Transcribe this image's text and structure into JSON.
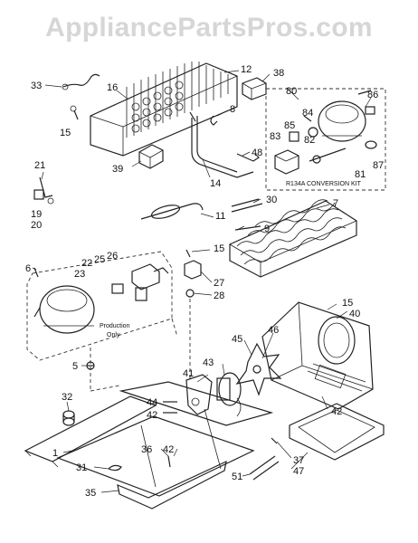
{
  "watermark": "AppliancePartsPros.com",
  "header_fragment": "- - - - - - - - - - - - - - -",
  "conversion_kit_label": "R134A CONVERSION KIT",
  "production_note_line1": "Production",
  "production_note_line2": "Only",
  "callouts": {
    "c1": "1",
    "c5": "5",
    "c6": "6",
    "c7": "7",
    "c8": "8",
    "c9": "9",
    "c11": "11",
    "c12": "12",
    "c14": "14",
    "c15a": "15",
    "c15b": "15",
    "c15c": "15",
    "c16": "16",
    "c19": "19",
    "c20": "20",
    "c21": "21",
    "c22": "22",
    "c23": "23",
    "c25": "25",
    "c26": "26",
    "c27": "27",
    "c28": "28",
    "c30": "30",
    "c31": "31",
    "c32": "32",
    "c33": "33",
    "c35": "35",
    "c36": "36",
    "c37": "37",
    "c38": "38",
    "c39": "39",
    "c40": "40",
    "c41": "41",
    "c42a": "42",
    "c42b": "42",
    "c42c": "42",
    "c43": "43",
    "c44": "44",
    "c45": "45",
    "c46": "46",
    "c47": "47",
    "c48": "48",
    "c51": "51",
    "c80": "80",
    "c81": "81",
    "c82": "82",
    "c83": "83",
    "c84": "84",
    "c85": "85",
    "c86": "86",
    "c87": "87"
  }
}
